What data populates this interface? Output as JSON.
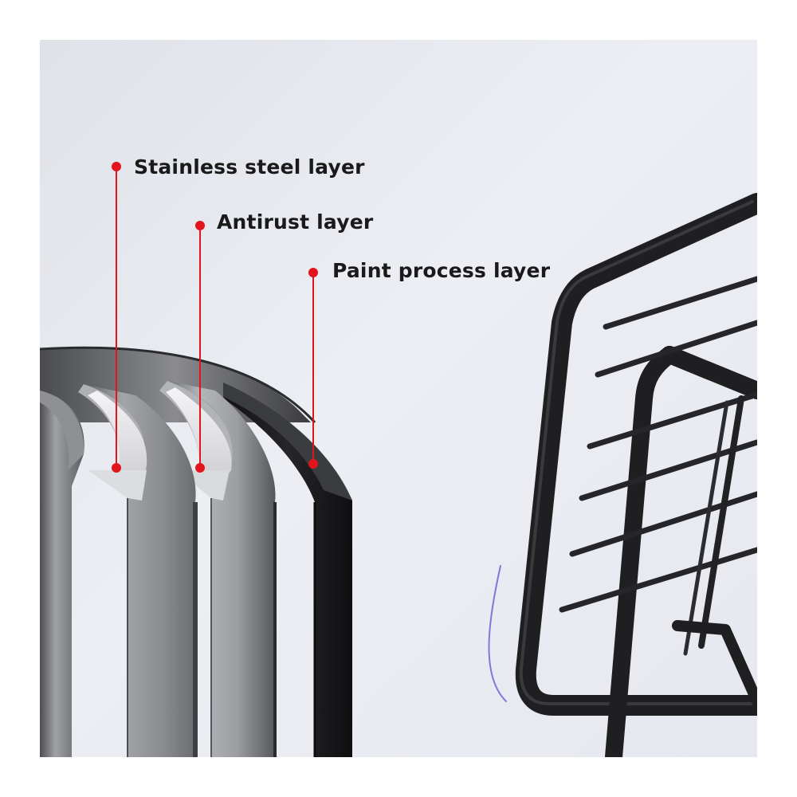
{
  "labels": {
    "stainless": "Stainless steel layer",
    "antirust": "Antirust layer",
    "paint": "Paint process layer"
  },
  "colors": {
    "marker": "#e3141c",
    "background_light": "#eef0f6",
    "background_shadow": "#d8dce4",
    "metal_light": "#c9cacd",
    "metal_dark": "#707276",
    "paint_black": "#1b1b1d",
    "frame_black": "#202022",
    "rim_highlight": "#7b7ad8"
  }
}
